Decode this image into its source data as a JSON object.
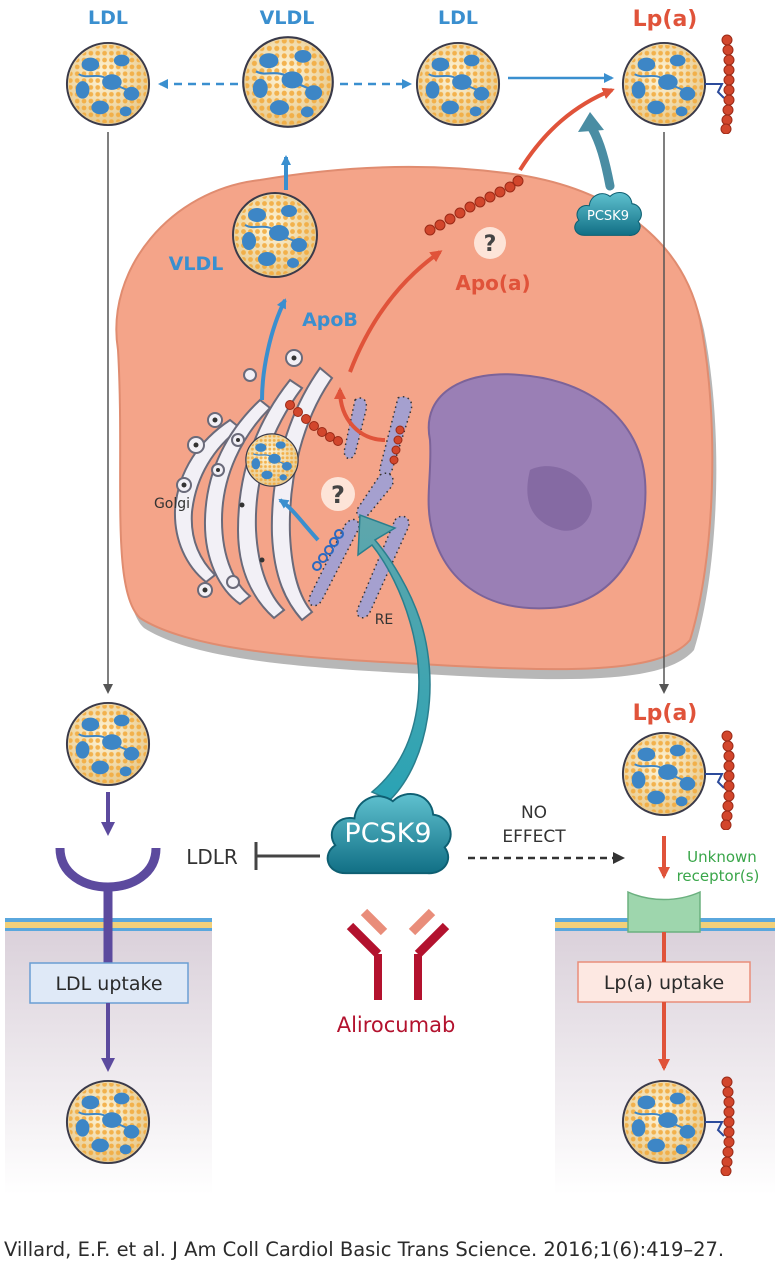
{
  "labels": {
    "ldl_top_left": "LDL",
    "vldl_top": "VLDL",
    "ldl_top_right": "LDL",
    "lpa_top": "Lp(a)",
    "pcsk9_small": "PCSK9",
    "question": "?",
    "apoa": "Apo(a)",
    "vldl_cell": "VLDL",
    "apob": "ApoB",
    "golgi": "Golgi",
    "re": "RE",
    "lpa_bottom": "Lp(a)",
    "pcsk9_big": "PCSK9",
    "ldlr": "LDLR",
    "no_effect_1": "NO",
    "no_effect_2": "EFFECT",
    "unknown_1": "Unknown",
    "unknown_2": "receptor(s)",
    "ldl_uptake": "LDL uptake",
    "lpa_uptake": "Lp(a) uptake",
    "alirocumab": "Alirocumab"
  },
  "citation": "Villard, E.F. et al. J Am Coll Cardiol Basic Trans Science. 2016;1(6):419–27.",
  "colors": {
    "blue": "#3a8fcf",
    "red": "#e0533a",
    "dark_red": "#b3122e",
    "green": "#3aa64a",
    "cell": "#f4a489",
    "nucleus": "#9a7fb5",
    "pcsk9": "#1d8ea3",
    "ldlr": "#5c4a9e"
  },
  "icons": [
    "lipoprotein-particle",
    "apoa-bead-chain",
    "pcsk9-cloud",
    "antibody-y",
    "ldlr-receptor",
    "unknown-receptor"
  ]
}
